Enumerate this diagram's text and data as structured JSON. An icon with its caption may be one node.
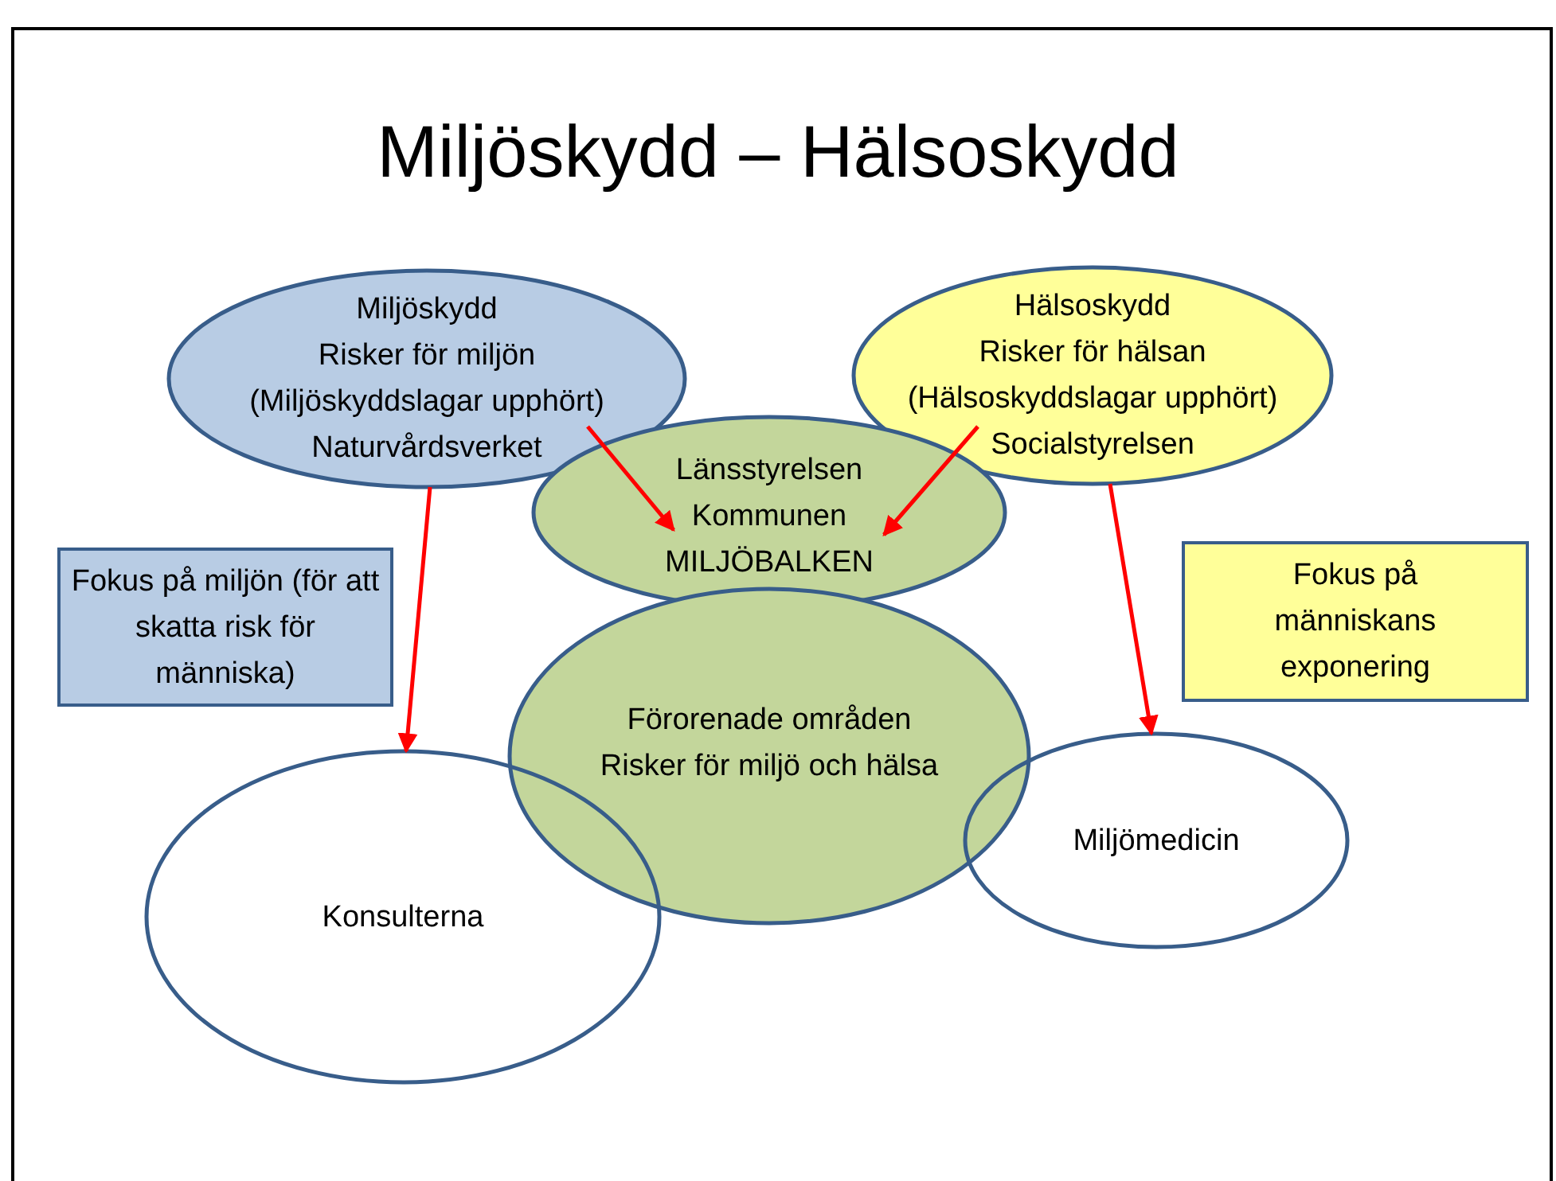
{
  "diagram": {
    "title": "Miljöskydd – Hälsoskydd",
    "nodes": [
      {
        "text": [
          "Miljöskydd",
          "Risker för miljön",
          "(Miljöskyddslagar upphört)",
          "Naturvårdsverket"
        ]
      },
      {
        "text": [
          "Hälsoskydd",
          "Risker för hälsan",
          "(Hälsoskyddslagar upphört)",
          "Socialstyrelsen"
        ]
      },
      {
        "text": [
          "Länsstyrelsen",
          "Kommunen",
          "MILJÖBALKEN"
        ]
      },
      {
        "text": [
          "Fokus på miljön (för att skatta risk för människa)"
        ]
      },
      {
        "text": [
          "Fokus på människans exponering"
        ]
      },
      {
        "text": [
          "Förorenade områden",
          "Risker för miljö och hälsa"
        ]
      },
      {
        "text": [
          "Konsulterna"
        ]
      },
      {
        "text": [
          "Miljömedicin"
        ]
      }
    ],
    "edges": [
      {
        "from": 0,
        "to": 2,
        "arrow": "to"
      },
      {
        "from": 1,
        "to": 2,
        "arrow": "to"
      },
      {
        "from": 0,
        "to": 6,
        "arrow": "to"
      },
      {
        "from": 1,
        "to": 7,
        "arrow": "to"
      }
    ]
  }
}
